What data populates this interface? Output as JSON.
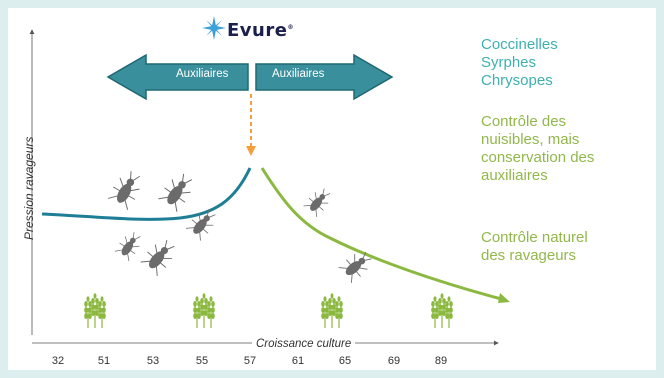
{
  "logo": {
    "text": "Evure",
    "mark": "®"
  },
  "arrows": {
    "left_label": "Auxiliaires",
    "right_label": "Auxiliaires"
  },
  "axes": {
    "y_label": "Pression ravageurs",
    "x_label": "Croissance culture",
    "x_ticks": [
      "32",
      "51",
      "53",
      "55",
      "57",
      "61",
      "65",
      "69",
      "89"
    ]
  },
  "legend": {
    "group1": [
      "Coccinelles",
      "Syrphes",
      "Chrysopes"
    ],
    "group2": [
      "Contrôle des",
      "nuisibles, mais",
      "conservation des",
      "auxiliaires"
    ],
    "group3": [
      "Contrôle naturel",
      "des ravageurs"
    ]
  },
  "colors": {
    "teal": "#1e7e96",
    "arrow_fill": "#3a8f9c",
    "green": "#8bb83f",
    "orange": "#f2a03b",
    "legend_teal": "#3fb0b0",
    "legend_green": "#92b84b",
    "bug": "#6b6b6b",
    "wheat": "#8bb83f",
    "logo_star": "#3aa0d8"
  },
  "icons": [
    "star-icon",
    "bug-icon",
    "wheat-icon"
  ]
}
